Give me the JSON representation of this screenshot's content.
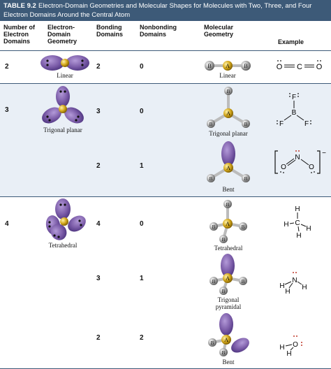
{
  "table": {
    "number": "TABLE 9.2",
    "title_line1": "Electron-Domain Geometries and Molecular Shapes for Molecules with Two, Three, and Four",
    "title_line2": "Electron Domains Around the Central Atom"
  },
  "columns": {
    "c1": [
      "Number of",
      "Electron",
      "Domains"
    ],
    "c2": [
      "Electron-",
      "Domain",
      "Geometry"
    ],
    "c3": [
      "Bonding",
      "Domains"
    ],
    "c4": [
      "Nonbonding",
      "Domains"
    ],
    "c5": [
      "Molecular",
      "Geometry"
    ],
    "c6": [
      "Example"
    ]
  },
  "atom_labels": {
    "central": "A",
    "outer": "B"
  },
  "rows": [
    {
      "electron_domains": "2",
      "ed_geometry": "Linear",
      "bonding": "2",
      "nonbonding": "0",
      "molecular_geometry": "Linear",
      "example": [
        "O",
        "C",
        "O"
      ]
    },
    {
      "electron_domains": "3",
      "ed_geometry": "Trigonal planar",
      "bonding": "3",
      "nonbonding": "0",
      "molecular_geometry": "Trigonal planar",
      "example": [
        "F",
        "B",
        "F",
        "F"
      ]
    },
    {
      "bonding": "2",
      "nonbonding": "1",
      "molecular_geometry": "Bent",
      "example": [
        "O",
        "N",
        "O",
        "−"
      ]
    },
    {
      "electron_domains": "4",
      "ed_geometry": "Tetrahedral",
      "bonding": "4",
      "nonbonding": "0",
      "molecular_geometry": "Tetrahedral",
      "example": [
        "H",
        "C",
        "H",
        "H",
        "H"
      ]
    },
    {
      "bonding": "3",
      "nonbonding": "1",
      "molecular_geometry": [
        "Trigonal",
        "pyramidal"
      ],
      "example": [
        "N",
        "H",
        "H",
        "H"
      ]
    },
    {
      "bonding": "2",
      "nonbonding": "2",
      "molecular_geometry": "Bent",
      "example": [
        "O",
        "H",
        "H"
      ]
    }
  ],
  "colors": {
    "header": "#3d5a78",
    "band": "#e9eff6",
    "lobe": "#7b5ca8",
    "central_atom": "#d4a81c",
    "outer_atom": "#9a9a9a"
  }
}
